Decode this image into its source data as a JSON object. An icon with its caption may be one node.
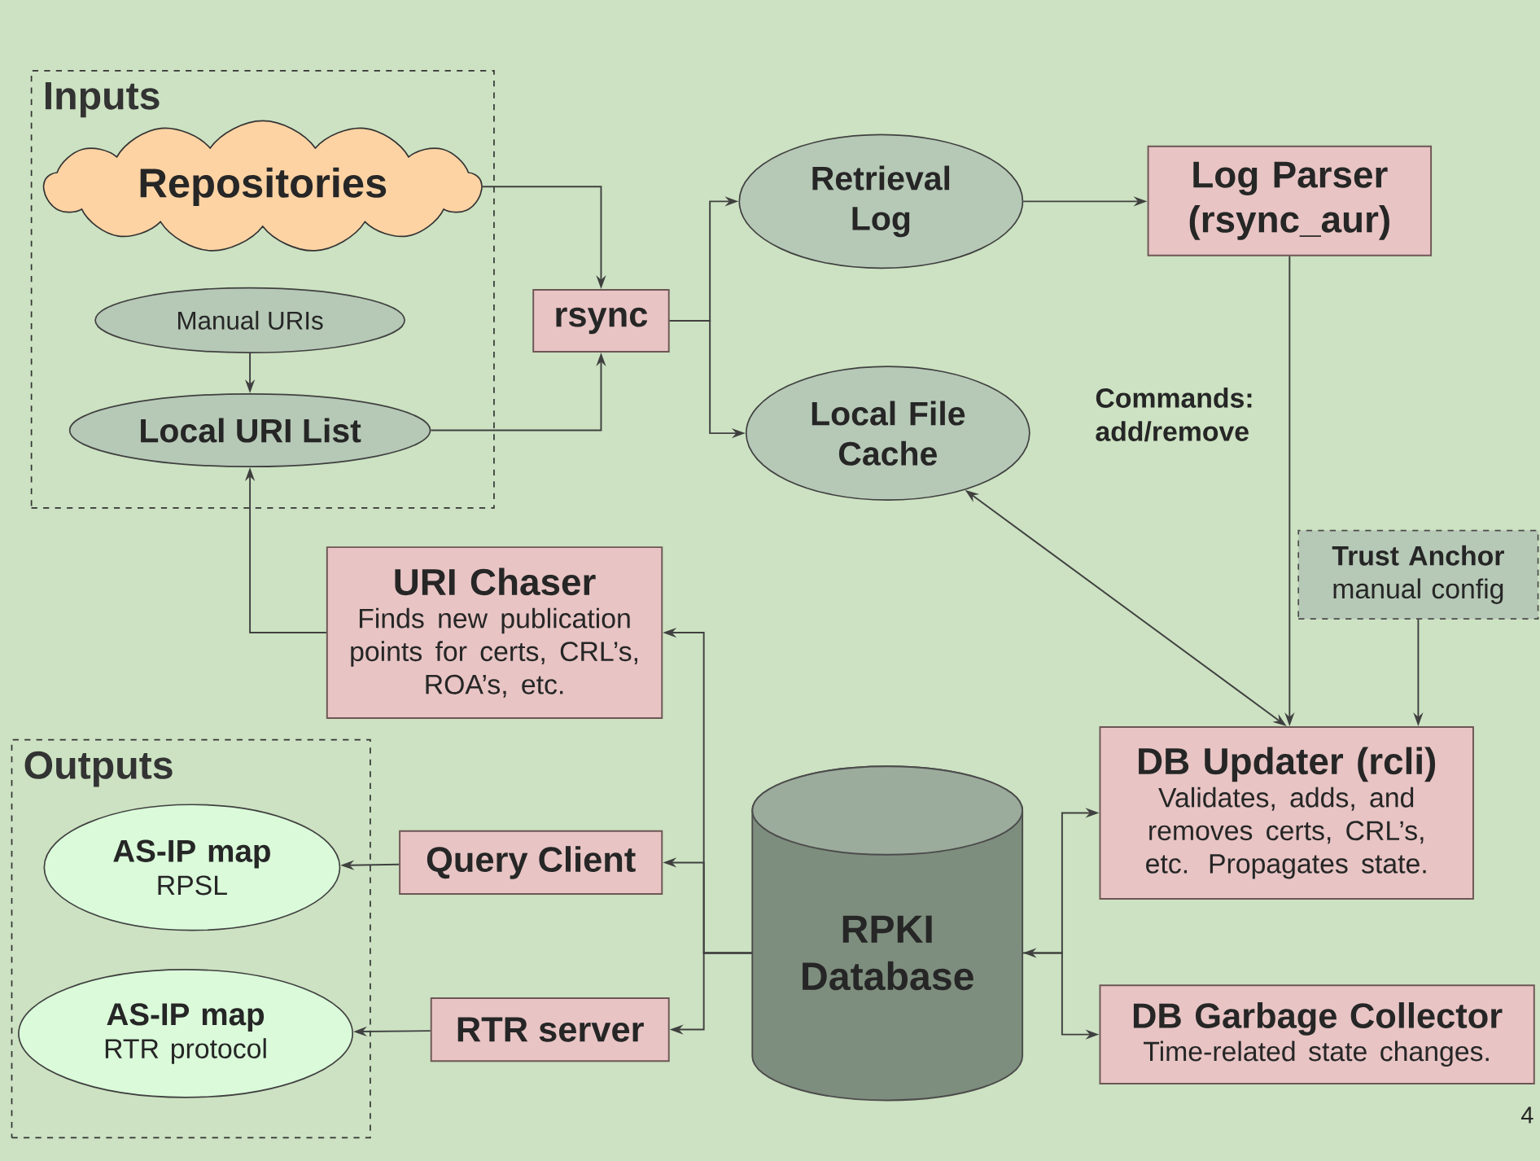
{
  "diagram": {
    "nodes": [
      {
        "text": [
          "Inputs"
        ]
      },
      {
        "text": [
          "Repositories"
        ],
        "in": 0
      },
      {
        "text": [
          "Manual URIs"
        ],
        "in": 0
      },
      {
        "text": [
          "Local URI List"
        ],
        "in": 0
      },
      {
        "text": [
          "rsync"
        ]
      },
      {
        "text": [
          "Retrieval Log"
        ]
      },
      {
        "text": [
          "Log Parser (rsync_aur)"
        ]
      },
      {
        "text": [
          "Local File Cache"
        ]
      },
      {
        "text": [
          "Trust Anchor",
          "manual config"
        ]
      },
      {
        "text": [
          "URI Chaser",
          "Finds new publication points for certs, CRL’s, ROA’s, etc."
        ]
      },
      {
        "text": [
          "Outputs"
        ]
      },
      {
        "text": [
          "AS-IP map",
          "RPSL"
        ],
        "in": 10
      },
      {
        "text": [
          "Query Client"
        ]
      },
      {
        "text": [
          "RPKI Database"
        ]
      },
      {
        "text": [
          "DB Updater (rcli)",
          "Validates, adds, and removes certs, CRL’s, etc.  Propagates state."
        ]
      },
      {
        "text": [
          "AS-IP map",
          "RTR protocol"
        ],
        "in": 10
      },
      {
        "text": [
          "RTR server"
        ]
      },
      {
        "text": [
          "DB Garbage Collector",
          "Time-related state changes."
        ]
      }
    ],
    "edges": [
      {
        "from": 1,
        "to": 4,
        "arrow": "to"
      },
      {
        "from": 2,
        "to": 3,
        "arrow": "to"
      },
      {
        "from": 3,
        "to": 4,
        "arrow": "to"
      },
      {
        "from": 4,
        "to": 5,
        "arrow": "to"
      },
      {
        "from": 4,
        "to": 7,
        "arrow": "to"
      },
      {
        "from": 5,
        "to": 6,
        "arrow": "to"
      },
      {
        "from": 6,
        "to": 14,
        "arrow": "to",
        "label": "Commands: add/remove"
      },
      {
        "from": 7,
        "to": 14,
        "arrow": "both"
      },
      {
        "from": 8,
        "to": 14,
        "arrow": "to"
      },
      {
        "from": 9,
        "to": 3,
        "arrow": "to"
      },
      {
        "from": 13,
        "to": 9,
        "arrow": "to"
      },
      {
        "from": 13,
        "to": 12,
        "arrow": "to"
      },
      {
        "from": 13,
        "to": 16,
        "arrow": "to"
      },
      {
        "from": 12,
        "to": 11,
        "arrow": "to"
      },
      {
        "from": 16,
        "to": 15,
        "arrow": "to"
      },
      {
        "from": 13,
        "to": 14,
        "arrow": "both"
      },
      {
        "from": 13,
        "to": 17,
        "arrow": "to"
      }
    ],
    "labels": [
      "4"
    ]
  }
}
